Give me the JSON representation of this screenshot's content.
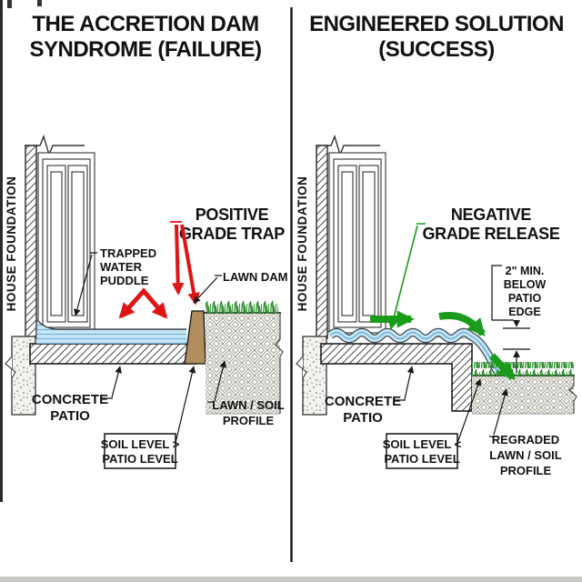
{
  "left": {
    "title": [
      "THE ACCRETION DAM",
      "SYNDROME (FAILURE)"
    ],
    "foundation_label": "HOUSE FOUNDATION",
    "trapped_water": [
      "TRAPPED",
      "WATER",
      "PUDDLE"
    ],
    "grade_callout": [
      "POSITIVE",
      "GRADE TRAP"
    ],
    "lawn_dam": "LAWN DAM",
    "concrete_patio": [
      "CONCRETE",
      "PATIO"
    ],
    "soil_level_box": [
      "SOIL LEVEL >",
      "PATIO LEVEL"
    ],
    "soil_profile": [
      "LAWN / SOIL",
      "PROFILE"
    ]
  },
  "right": {
    "title": [
      "ENGINEERED SOLUTION",
      "(SUCCESS)"
    ],
    "foundation_label": "HOUSE FOUNDATION",
    "grade_callout": [
      "NEGATIVE",
      "GRADE RELEASE"
    ],
    "dimension_note": [
      "2\" MIN.",
      "BELOW",
      "PATIO",
      "EDGE"
    ],
    "concrete_patio": [
      "CONCRETE",
      "PATIO"
    ],
    "soil_level_box": [
      "SOIL LEVEL <",
      "PATIO LEVEL"
    ],
    "regraded_profile": [
      "REGRADED",
      "LAWN / SOIL",
      "PROFILE"
    ]
  },
  "colors": {
    "failure_red": "#df1414",
    "success_green": "#1b9b1b",
    "water_fill": "#c6e6f5",
    "water_line": "#6fb0d8",
    "dam_brown": "#b28e5e",
    "grass_green": "#2d8f2d",
    "soil_hatch": "#a09e93",
    "ink": "#1a1a1a"
  }
}
